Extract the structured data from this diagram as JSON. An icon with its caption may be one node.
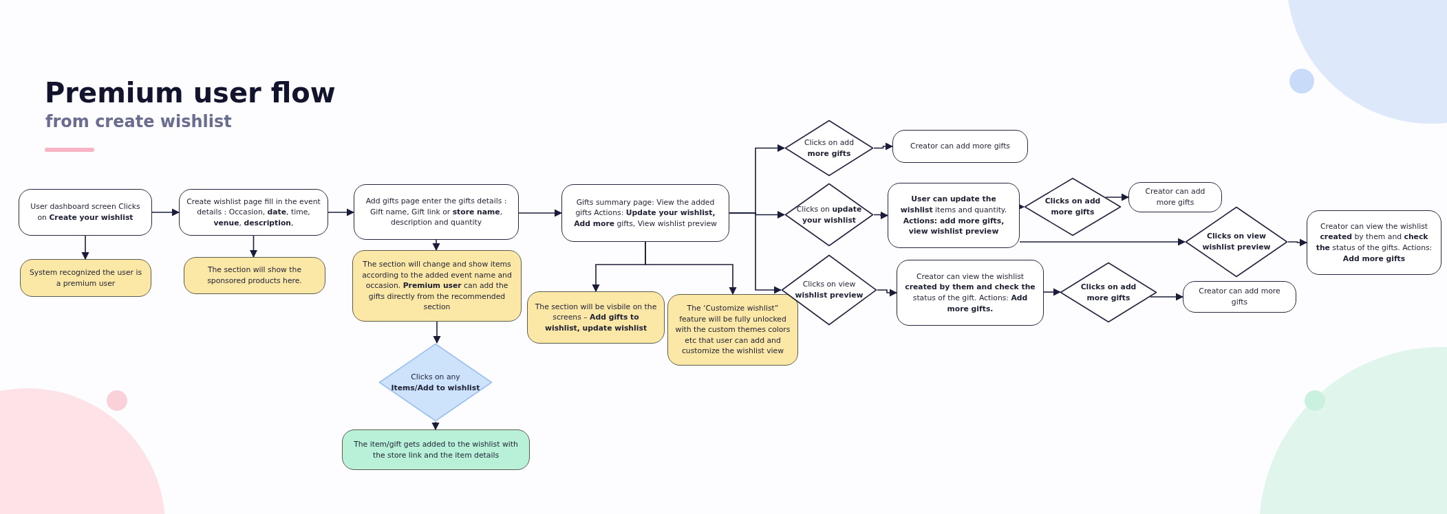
{
  "diagram": {
    "title": "Premium user flow",
    "nodes": [
      {
        "text": [
          "User dashboard screen Clicks on **Create your wishlist**"
        ]
      },
      {
        "text": [
          "System recognized the user is a premium user"
        ]
      },
      {
        "text": [
          "Create wishlist page fill in the event details : Occasion, **date**, time, **venue**, **description**,"
        ]
      },
      {
        "text": [
          "The section will show the sponsored products here."
        ]
      },
      {
        "text": [
          "Add gifts page enter the gifts details : Gift name, Gift link or **store name**, description and quantity"
        ]
      },
      {
        "text": [
          "The section will change and show items according to the added event name and occasion. **Premium user** can add the gifts directly from the recommended section"
        ]
      },
      {
        "text": [
          "Clicks on any **Items/Add to wishlist**"
        ]
      },
      {
        "text": [
          "The item/gift gets added to the wishlist with the store link and the item details"
        ]
      },
      {
        "text": [
          "Gifts summary page: View the added gifts Actions: **Update your wishlist, Add more** gifts, View wishlist preview"
        ]
      },
      {
        "text": [
          "The section will be visbile on the screens – **Add gifts to wishlist, update wishlist**"
        ]
      },
      {
        "text": [
          "The ‘Customize wishlist” feature will be fully unlocked with the custom themes colors etc that user can add and customize the wishlist view"
        ]
      },
      {
        "text": [
          "Clicks on add **more gifts**"
        ]
      },
      {
        "text": [
          "Creator can add more gifts"
        ]
      },
      {
        "text": [
          "Clicks on **update your wishlist**"
        ]
      },
      {
        "text": [
          "**User can update the wishlist** items and quantity. **Actions: add more gifts, view wishlist preview**"
        ]
      },
      {
        "text": [
          "Clicks on add more gifts"
        ]
      },
      {
        "text": [
          "Creator can add more gifts"
        ]
      },
      {
        "text": [
          "Clicks on view wishlist preview"
        ]
      },
      {
        "text": [
          "Creator can view the wishlist **created** by them and **check the** status of the gifts. Actions: **Add more gifts**"
        ]
      },
      {
        "text": [
          "Clicks on view **wishlist preview**"
        ]
      },
      {
        "text": [
          "Creator can view the wishlist **created by them and check the** status of the gift. Actions: **Add more gifts.**"
        ]
      },
      {
        "text": [
          "Clicks on add more gifts"
        ]
      },
      {
        "text": [
          "Creator can add more gifts"
        ]
      }
    ],
    "edges": [
      {
        "from": 0,
        "to": 2,
        "arrow": "to"
      },
      {
        "from": 0,
        "to": 1,
        "arrow": "to"
      },
      {
        "from": 2,
        "to": 4,
        "arrow": "to"
      },
      {
        "from": 2,
        "to": 3,
        "arrow": "to"
      },
      {
        "from": 4,
        "to": 8,
        "arrow": "to"
      },
      {
        "from": 4,
        "to": 5,
        "arrow": "to"
      },
      {
        "from": 5,
        "to": 6,
        "arrow": "to"
      },
      {
        "from": 6,
        "to": 7,
        "arrow": "to"
      },
      {
        "from": 8,
        "to": 9,
        "arrow": "to"
      },
      {
        "from": 8,
        "to": 10,
        "arrow": "to"
      },
      {
        "from": 8,
        "to": 11,
        "arrow": "to"
      },
      {
        "from": 8,
        "to": 13,
        "arrow": "to"
      },
      {
        "from": 8,
        "to": 19,
        "arrow": "to"
      },
      {
        "from": 11,
        "to": 12,
        "arrow": "to"
      },
      {
        "from": 13,
        "to": 14,
        "arrow": "to"
      },
      {
        "from": 14,
        "to": 15,
        "arrow": "to"
      },
      {
        "from": 15,
        "to": 16,
        "arrow": "to"
      },
      {
        "from": 14,
        "to": 17,
        "arrow": "to"
      },
      {
        "from": 17,
        "to": 18,
        "arrow": "to"
      },
      {
        "from": 19,
        "to": 20,
        "arrow": "to"
      },
      {
        "from": 20,
        "to": 21,
        "arrow": "to"
      },
      {
        "from": 21,
        "to": 22,
        "arrow": "to"
      }
    ],
    "labels": [
      "from create wishlist"
    ]
  }
}
